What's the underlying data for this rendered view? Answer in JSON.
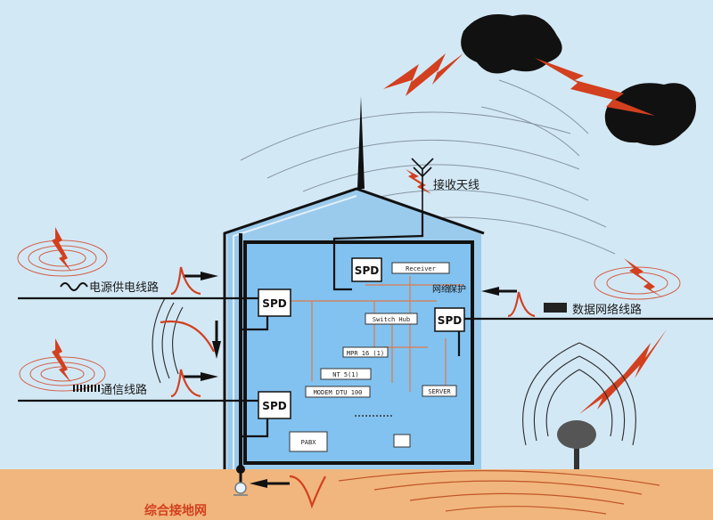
{
  "labels": {
    "antenna": "接收天线",
    "power": "电源供电线路",
    "comm": "通信线路",
    "data_net": "数据网络线路",
    "ground": "综合接地网",
    "net_protect_1": "网络",
    "net_protect_2": "保护"
  },
  "spd": {
    "top": "SPD",
    "left": "SPD",
    "right": "SPD",
    "bottom": "SPD"
  },
  "devices": {
    "receiver": "Receiver",
    "switch_hub": "Switch Hub",
    "mpr": "MPR 16 (1)",
    "nt": "NT 5(1)",
    "modem": "MODEM DTU 100",
    "server": "SERVER",
    "pabx": "PABX"
  },
  "colors": {
    "sky": "#d3e8f5",
    "building": "#9bcbec",
    "ground": "#f1b67d",
    "lightning": "#d2401f",
    "wire": "#111111"
  }
}
